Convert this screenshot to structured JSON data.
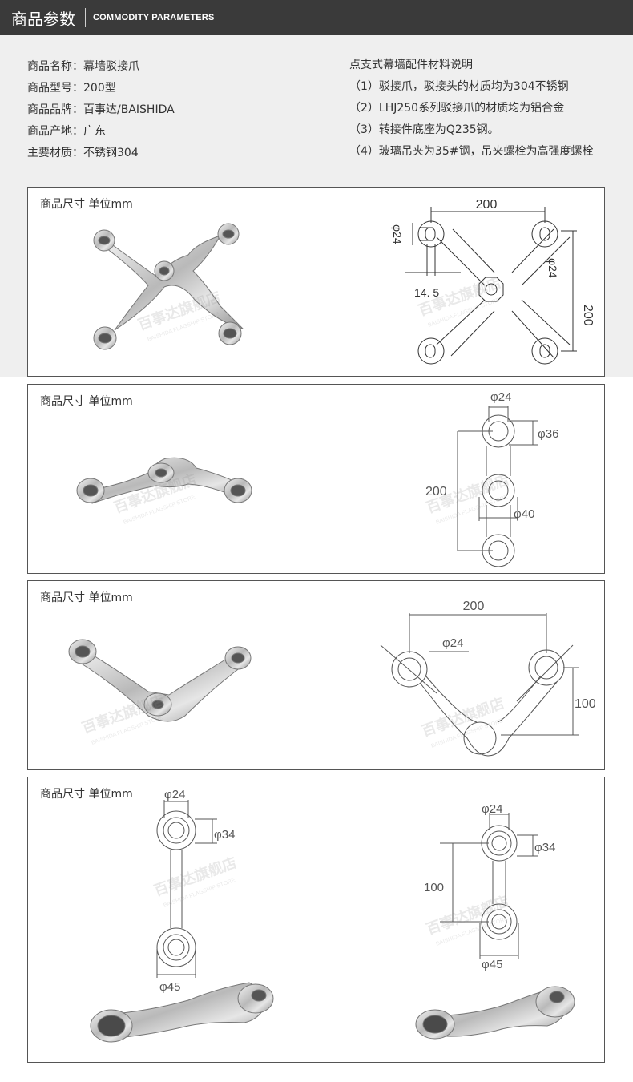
{
  "header": {
    "title_cn": "商品参数",
    "title_en": "COMMODITY PARAMETERS"
  },
  "params": {
    "items": [
      "商品名称：幕墙驳接爪",
      "商品型号：200型",
      "商品品牌：百事达/BAISHIDA",
      "商品产地：广东",
      "主要材质：不锈钢304"
    ],
    "notes_title": "点支式幕墙配件材料说明",
    "notes": [
      "（1）驳接爪，驳接头的材质均为304不锈钢",
      "（2）LHJ250系列驳接爪的材质均为铝合金",
      "（3）转接件底座为Q235钢。",
      "（4）玻璃吊夹为35#钢，吊夹螺栓为高强度螺栓"
    ]
  },
  "panels": {
    "p1": {
      "label": "商品尺寸 单位mm",
      "dim_top": "200",
      "dim_right": "200",
      "dia_left": "φ24",
      "dia_right": "φ24",
      "slot": "14. 5"
    },
    "p2": {
      "label": "商品尺寸 单位mm",
      "dia_top": "φ24",
      "dia_36": "φ36",
      "dim_left": "200",
      "dia_40": "φ40"
    },
    "p3": {
      "label": "商品尺寸 单位mm",
      "dim_top": "200",
      "dia": "φ24",
      "dim_right": "100"
    },
    "p4": {
      "label": "商品尺寸 单位mm",
      "a_dia_top": "φ24",
      "a_dia_34": "φ34",
      "a_dia_45": "φ45",
      "b_dia_top": "φ24",
      "b_dia_34": "φ34",
      "b_dim": "100",
      "b_dia_45": "φ45"
    }
  },
  "watermark": {
    "cn": "百事达旗舰店",
    "en": "BAISHIDA FLAGSHIP STORE"
  },
  "colors": {
    "header_bg": "#3a3a3a",
    "params_bg": "#efefef",
    "line": "#555555"
  }
}
